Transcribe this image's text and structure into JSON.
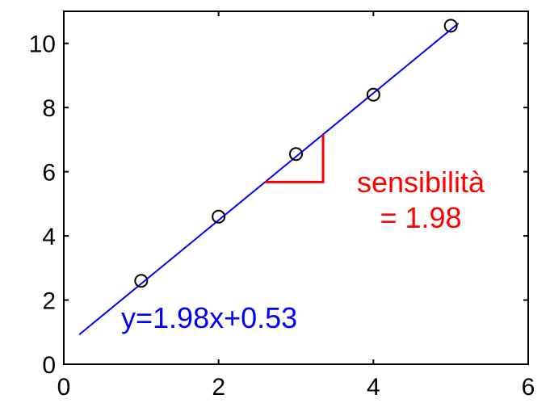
{
  "chart_data": {
    "type": "scatter",
    "title": "",
    "xlabel": "",
    "ylabel": "",
    "xlim": [
      0,
      6
    ],
    "ylim": [
      0,
      11
    ],
    "xticks": [
      0,
      2,
      4,
      6
    ],
    "yticks": [
      0,
      2,
      4,
      6,
      8,
      10
    ],
    "grid": false,
    "series": [
      {
        "kind": "points",
        "marker": "open-circle",
        "color": "#000000",
        "x": [
          1,
          2,
          3,
          4,
          5
        ],
        "y": [
          2.6,
          4.6,
          6.55,
          8.4,
          10.55
        ]
      },
      {
        "kind": "line",
        "color": "#0000ff",
        "slope": 1.98,
        "intercept": 0.53,
        "x_range": [
          0.2,
          5.1
        ]
      }
    ],
    "slope_triangle": {
      "color": "#ff0000",
      "x_from": 2.6,
      "x_to": 3.35
    },
    "annotations": {
      "equation": "y=1.98x+0.53",
      "equation_color": "#0000ff",
      "sensitivity_line1": "sensibilità",
      "sensitivity_line2": "= 1.98",
      "sensitivity_color": "#ff0000"
    }
  }
}
